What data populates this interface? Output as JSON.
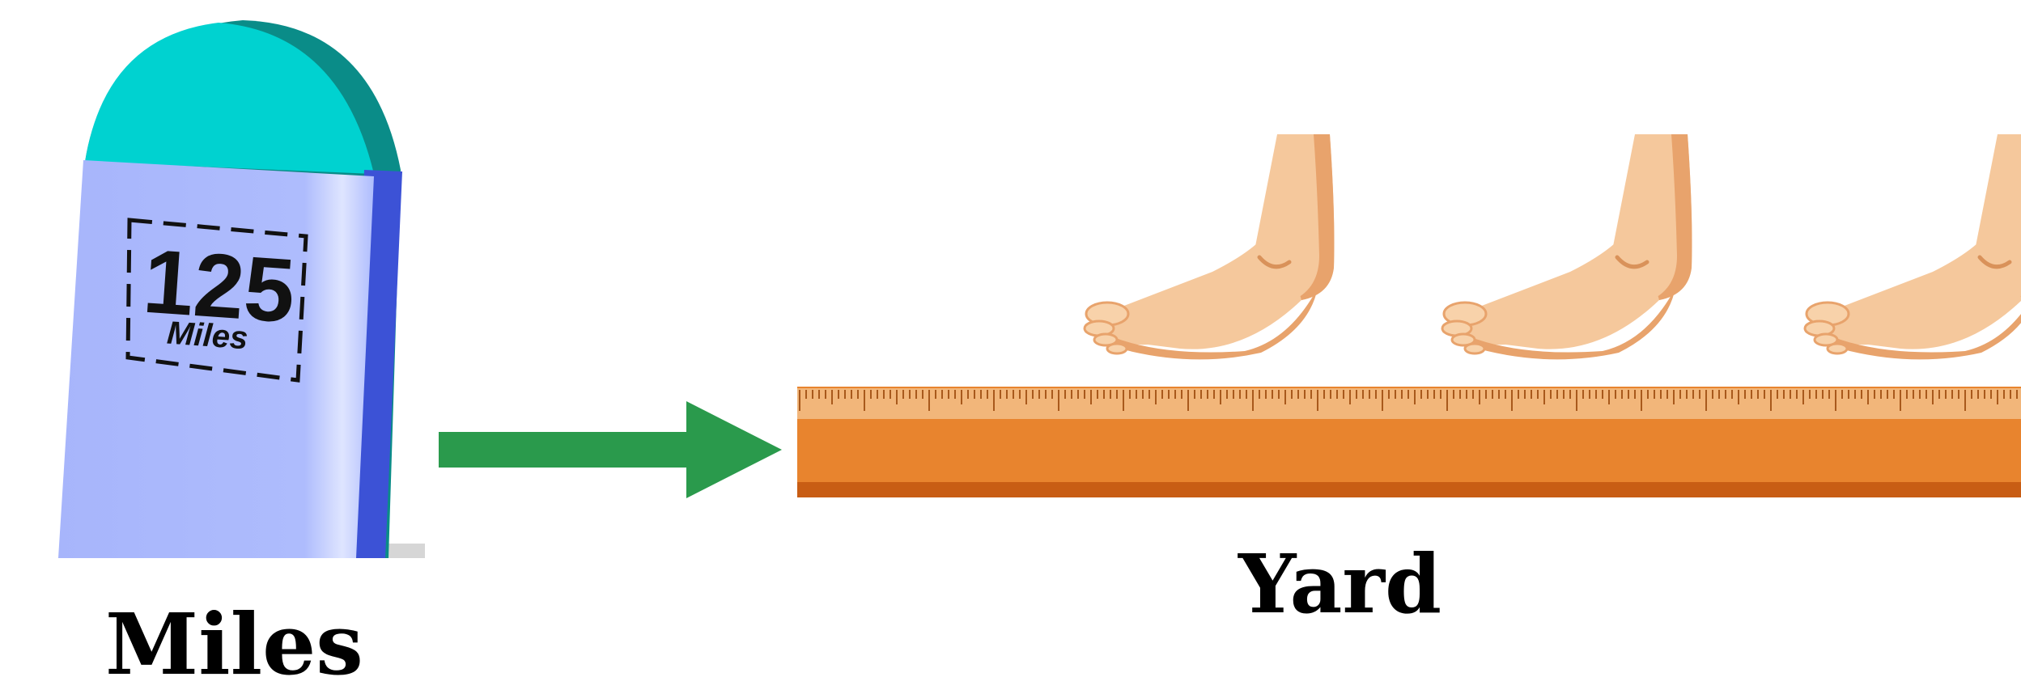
{
  "milestone": {
    "number": "125",
    "unit": "Miles"
  },
  "captions": {
    "left": "Miles",
    "right": "Yard"
  },
  "colors": {
    "milestone_cap": "#00d2d0",
    "milestone_cap_shade": "#0a8c88",
    "milestone_body": "#a9b8fc",
    "milestone_edge": "#3c52d6",
    "arrow": "#2a9a4c",
    "ruler": "#e8842e",
    "ruler_shadow": "#c85d14",
    "ruler_strip": "#f2b67a",
    "skin": "#f5c89c",
    "skin_shade": "#e8a36c"
  },
  "icons": [
    "milestone-icon",
    "arrow-right-icon",
    "ruler-icon",
    "foot-icon"
  ]
}
